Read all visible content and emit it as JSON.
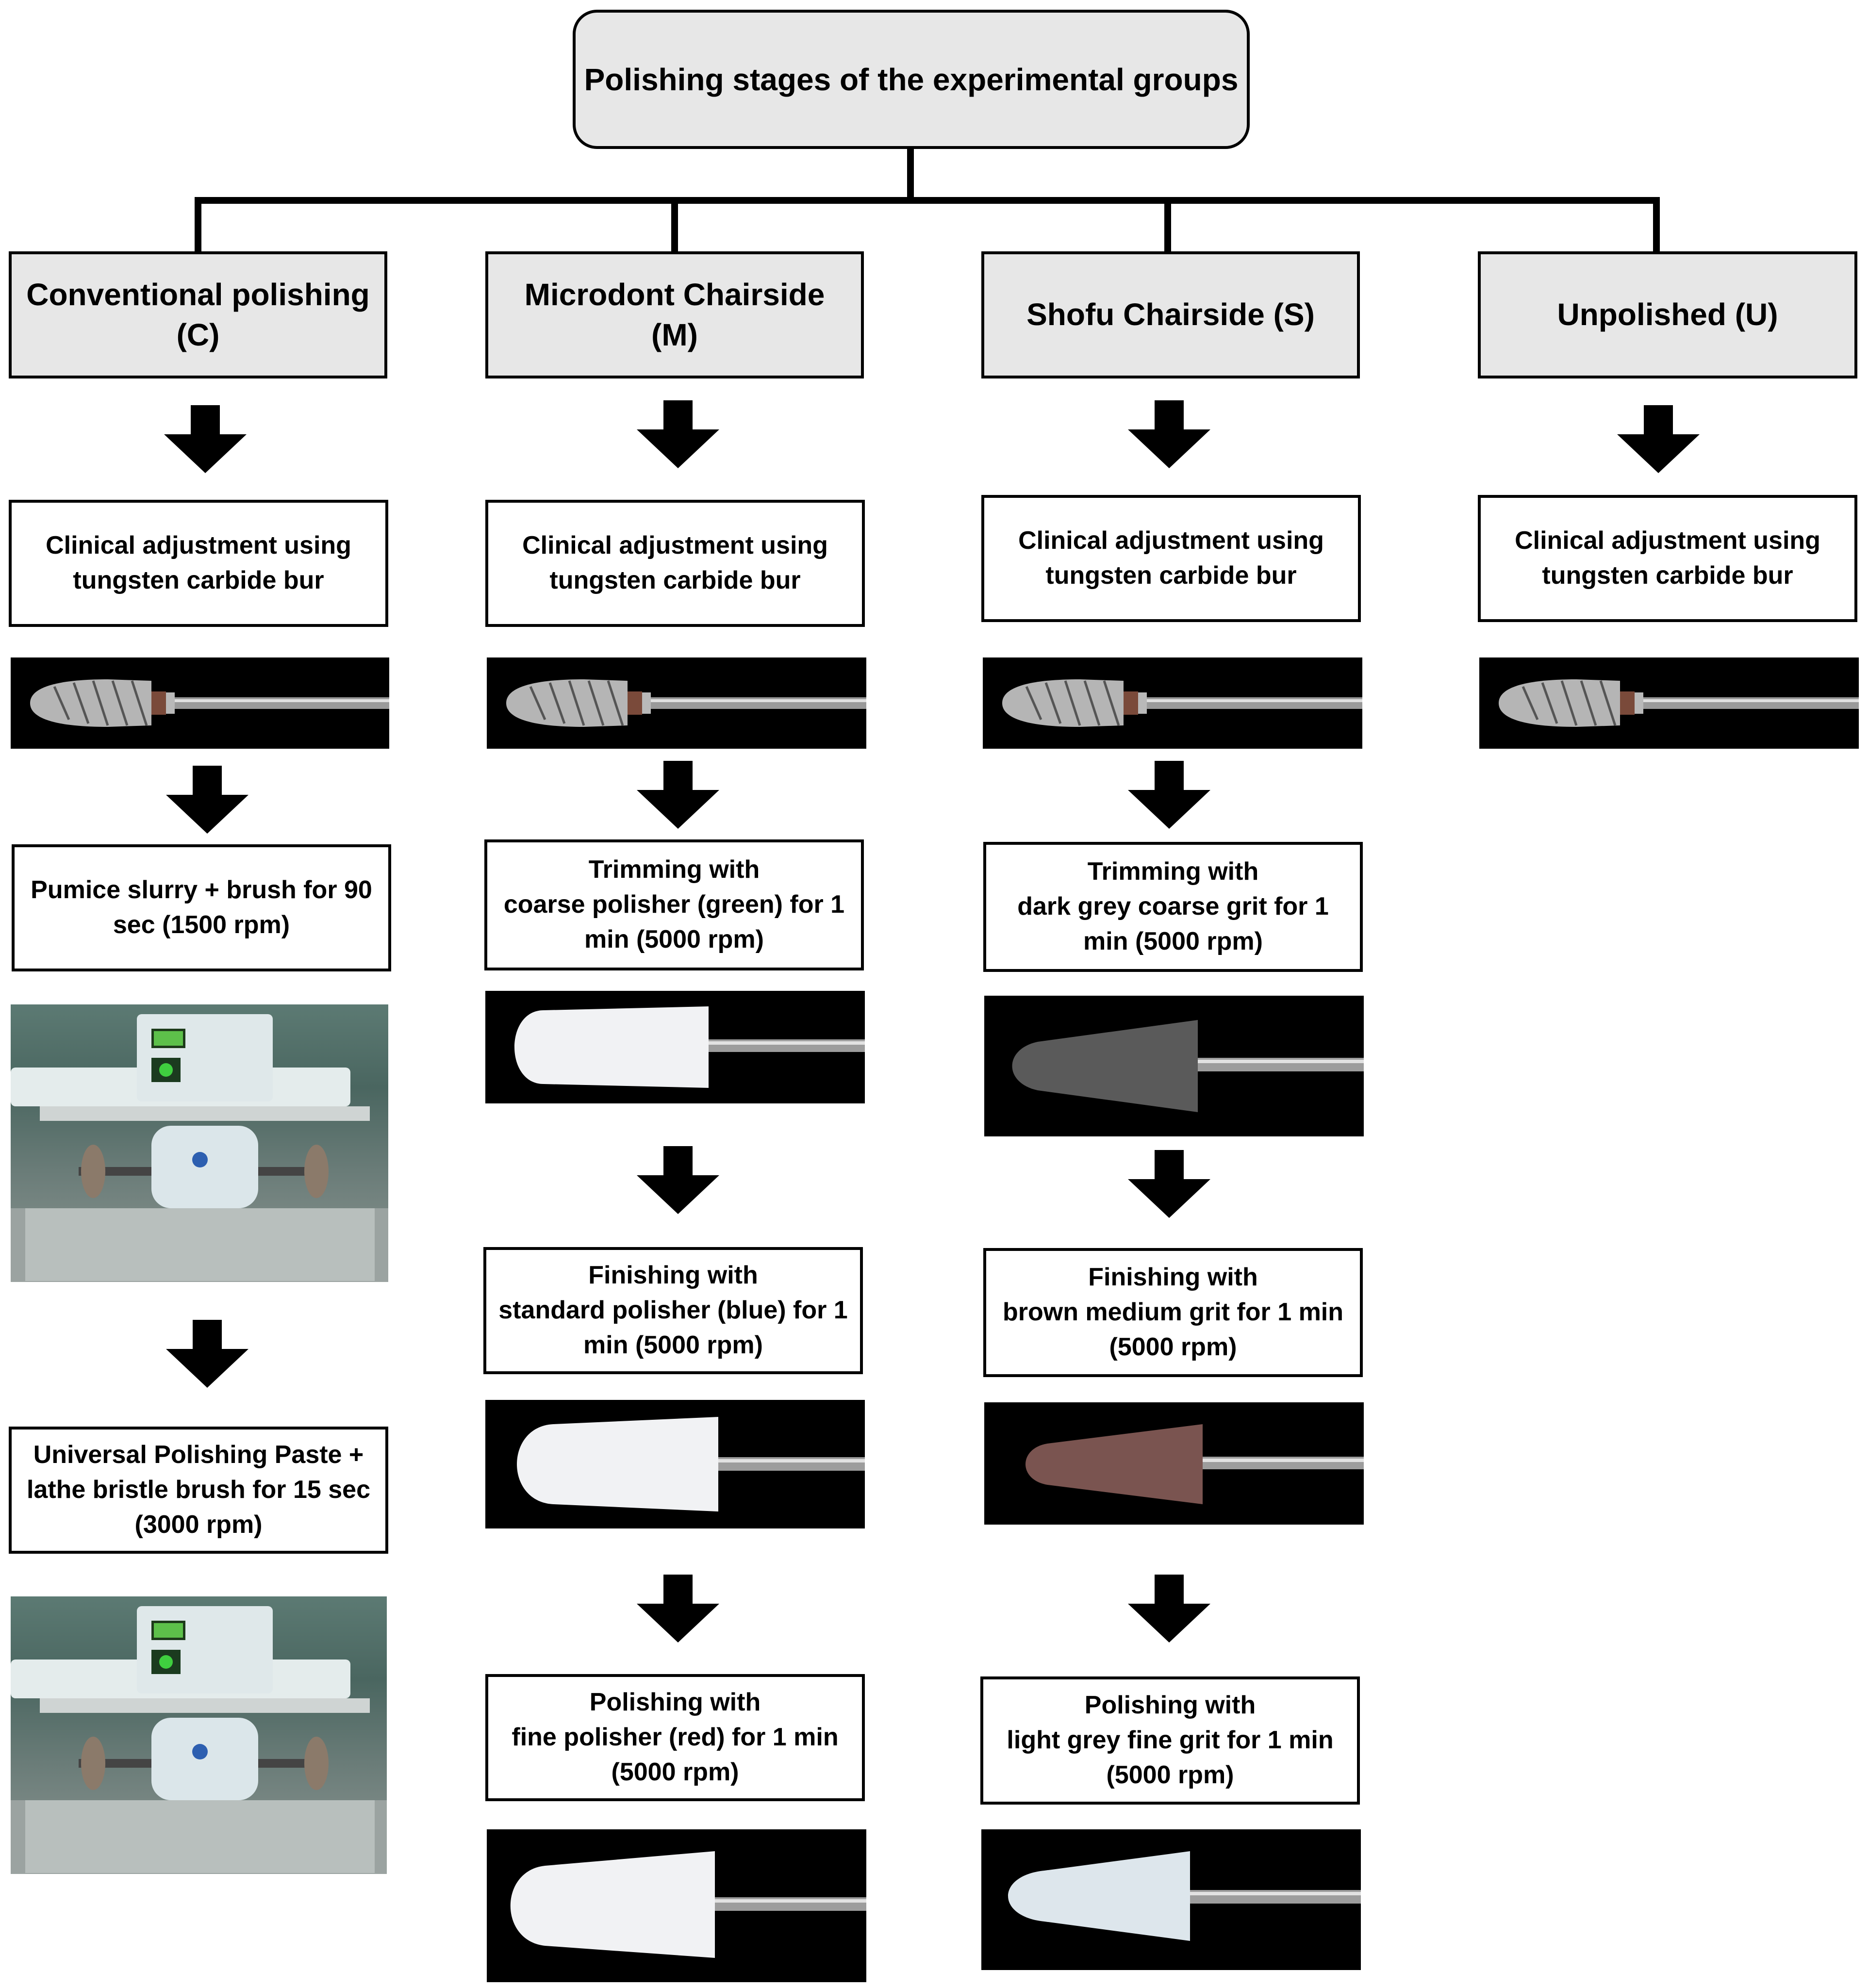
{
  "title": "Polishing stages of the experimental groups",
  "groups": [
    {
      "id": "C",
      "label_line1": "Conventional polishing",
      "label_line2": "(C)"
    },
    {
      "id": "M",
      "label_line1": "Microdont Chairside (M)"
    },
    {
      "id": "S",
      "label_line1": "Shofu Chairside (S)"
    },
    {
      "id": "U",
      "label_line1": "Unpolished (U)"
    }
  ],
  "steps": {
    "C": [
      {
        "lines": [
          "Clinical adjustment using",
          "tungsten carbide bur"
        ]
      },
      {
        "lines": [
          "Pumice slurry + brush for 90",
          "sec (1500 rpm)"
        ]
      },
      {
        "lines": [
          "Universal Polishing Paste +",
          "lathe bristle brush for 15 sec",
          "(3000 rpm)"
        ]
      }
    ],
    "M": [
      {
        "lines": [
          "Clinical adjustment using",
          "tungsten carbide bur"
        ]
      },
      {
        "lines": [
          "Trimming with",
          "coarse polisher (green) for 1",
          "min (5000 rpm)"
        ]
      },
      {
        "lines": [
          "Finishing with",
          "standard polisher (blue) for 1",
          "min (5000 rpm)"
        ]
      },
      {
        "lines": [
          "Polishing with",
          "fine polisher (red) for 1 min",
          "(5000 rpm)"
        ]
      }
    ],
    "S": [
      {
        "lines": [
          "Clinical adjustment using",
          "tungsten carbide bur"
        ]
      },
      {
        "lines": [
          "Trimming with",
          "dark grey coarse grit for 1",
          "min (5000 rpm)"
        ]
      },
      {
        "lines": [
          "Finishing with",
          "brown medium grit for 1 min",
          "(5000 rpm)"
        ]
      },
      {
        "lines": [
          "Polishing with",
          "light grey fine grit for 1 min",
          "(5000 rpm)"
        ]
      }
    ],
    "U": [
      {
        "lines": [
          "Clinical adjustment using",
          "tungsten carbide bur"
        ]
      }
    ]
  },
  "colors": {
    "line": "#000000",
    "header_fill": "#e7e7e7",
    "photo_background": "#000000",
    "bur_metal": "#b5b5b5",
    "polisher_white": "#f1f2f4",
    "dark_grey_grit": "#5a5a5a",
    "brown_grit": "#7a5450",
    "light_grey_fine_grit": "#dde6ec",
    "lathe_wall": "#566f69"
  },
  "icons": [
    "down-arrow-icon"
  ]
}
